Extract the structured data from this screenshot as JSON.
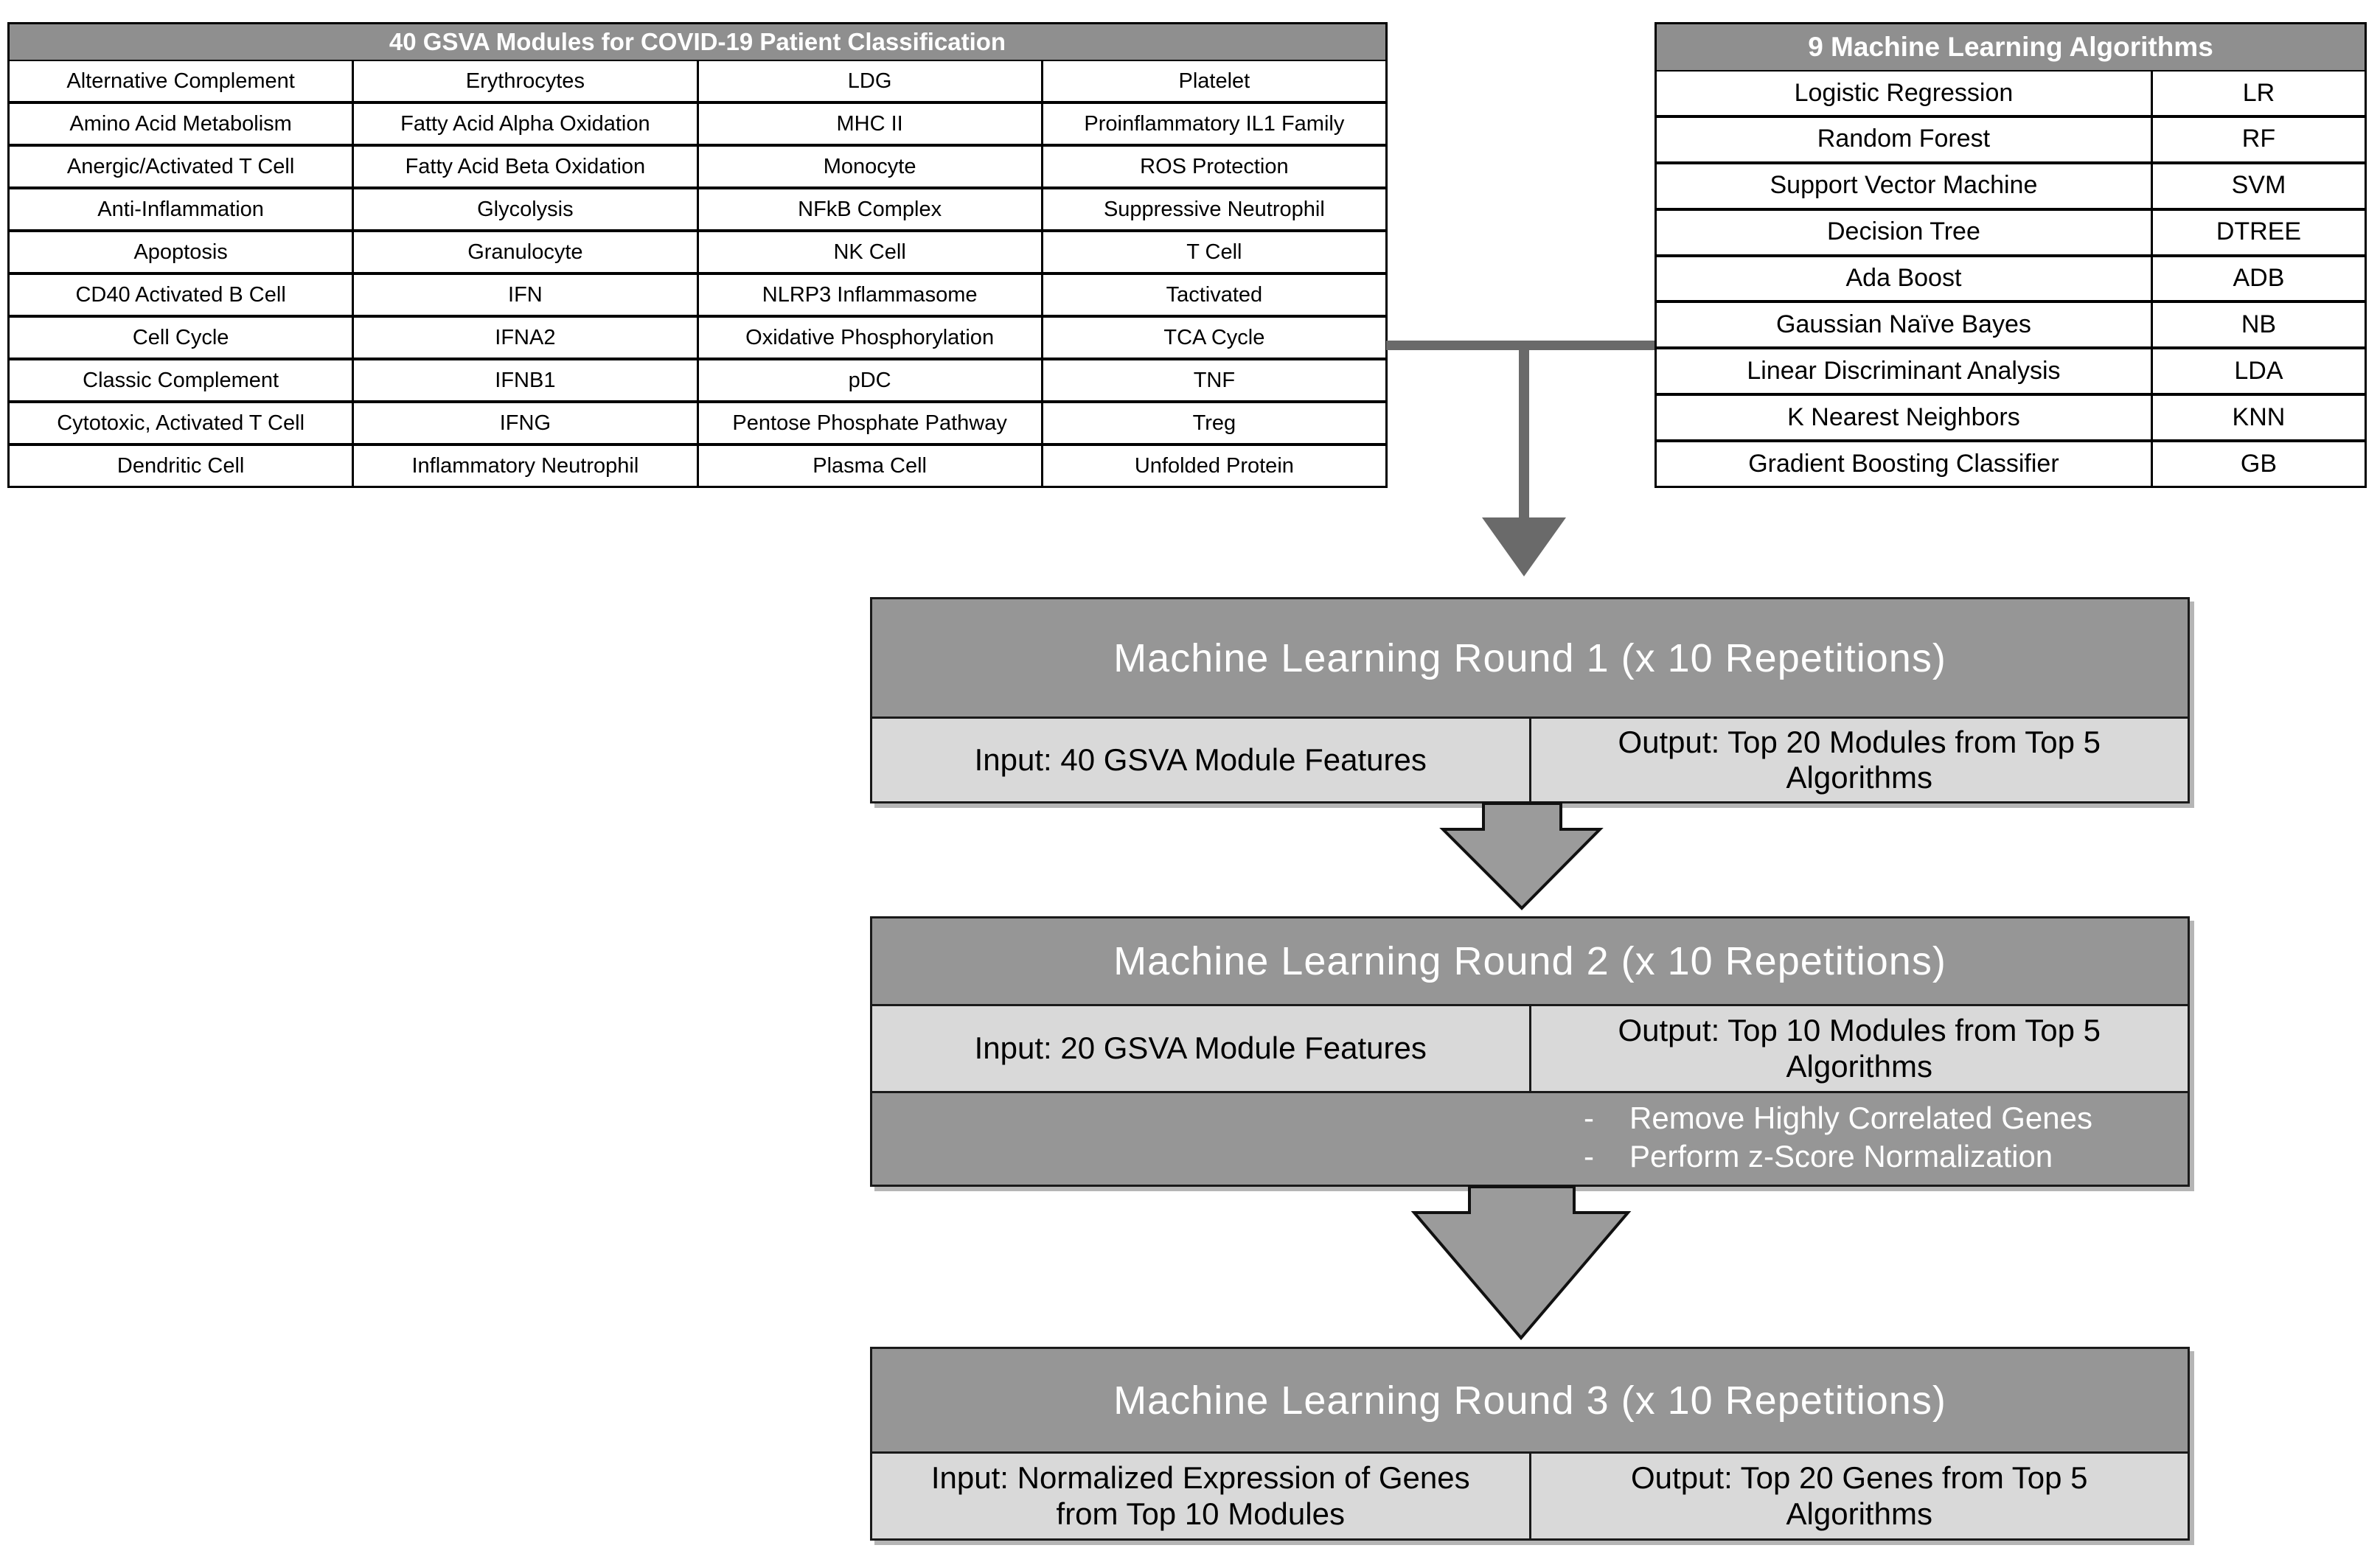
{
  "gsva_table": {
    "title": "40 GSVA Modules for COVID-19 Patient Classification",
    "columns": [
      [
        "Alternative Complement",
        "Amino Acid Metabolism",
        "Anergic/Activated T Cell",
        "Anti-Inflammation",
        "Apoptosis",
        "CD40 Activated B Cell",
        "Cell Cycle",
        "Classic Complement",
        "Cytotoxic, Activated T Cell",
        "Dendritic Cell"
      ],
      [
        "Erythrocytes",
        "Fatty Acid Alpha Oxidation",
        "Fatty Acid Beta Oxidation",
        "Glycolysis",
        "Granulocyte",
        "IFN",
        "IFNA2",
        "IFNB1",
        "IFNG",
        "Inflammatory Neutrophil"
      ],
      [
        "LDG",
        "MHC II",
        "Monocyte",
        "NFkB Complex",
        "NK Cell",
        "NLRP3 Inflammasome",
        "Oxidative Phosphorylation",
        "pDC",
        "Pentose Phosphate Pathway",
        "Plasma Cell"
      ],
      [
        "Platelet",
        "Proinflammatory IL1 Family",
        "ROS Protection",
        "Suppressive Neutrophil",
        "T Cell",
        "Tactivated",
        "TCA Cycle",
        "TNF",
        "Treg",
        "Unfolded Protein"
      ]
    ]
  },
  "ml_table": {
    "title": "9 Machine Learning Algorithms",
    "rows": [
      {
        "name": "Logistic Regression",
        "abbr": "LR"
      },
      {
        "name": "Random Forest",
        "abbr": "RF"
      },
      {
        "name": "Support Vector Machine",
        "abbr": "SVM"
      },
      {
        "name": "Decision Tree",
        "abbr": "DTREE"
      },
      {
        "name": "Ada Boost",
        "abbr": "ADB"
      },
      {
        "name": "Gaussian Naïve Bayes",
        "abbr": "NB"
      },
      {
        "name": "Linear Discriminant Analysis",
        "abbr": "LDA"
      },
      {
        "name": "K Nearest Neighbors",
        "abbr": "KNN"
      },
      {
        "name": "Gradient Boosting Classifier",
        "abbr": "GB"
      }
    ]
  },
  "rounds": [
    {
      "title": "Machine Learning Round 1 (x 10 Repetitions)",
      "input": "Input: 40 GSVA Module Features",
      "output": "Output: Top 20 Modules from Top 5 Algorithms"
    },
    {
      "title": "Machine Learning Round 2 (x 10 Repetitions)",
      "input": "Input: 20 GSVA Module Features",
      "output": "Output: Top 10 Modules from Top 5 Algorithms",
      "notes": [
        "Remove Highly Correlated Genes",
        "Perform z-Score Normalization"
      ]
    },
    {
      "title": "Machine Learning Round 3 (x 10 Repetitions)",
      "input": "Input: Normalized Expression of Genes from Top 10 Modules",
      "output": "Output: Top 20 Genes from Top 5 Algorithms"
    }
  ],
  "ui": {
    "bullet_char": "-"
  },
  "colors": {
    "table_title_bg": "#8f8f8f",
    "round_header_bg": "#969696",
    "cell_light_bg": "#d9d9d9",
    "note_bg": "#969696",
    "block_arrow_fill": "#9b9b9b",
    "connector_gray": "#6a6a6a",
    "border_black": "#000000",
    "text_white": "#ffffff",
    "text_black": "#000000"
  }
}
